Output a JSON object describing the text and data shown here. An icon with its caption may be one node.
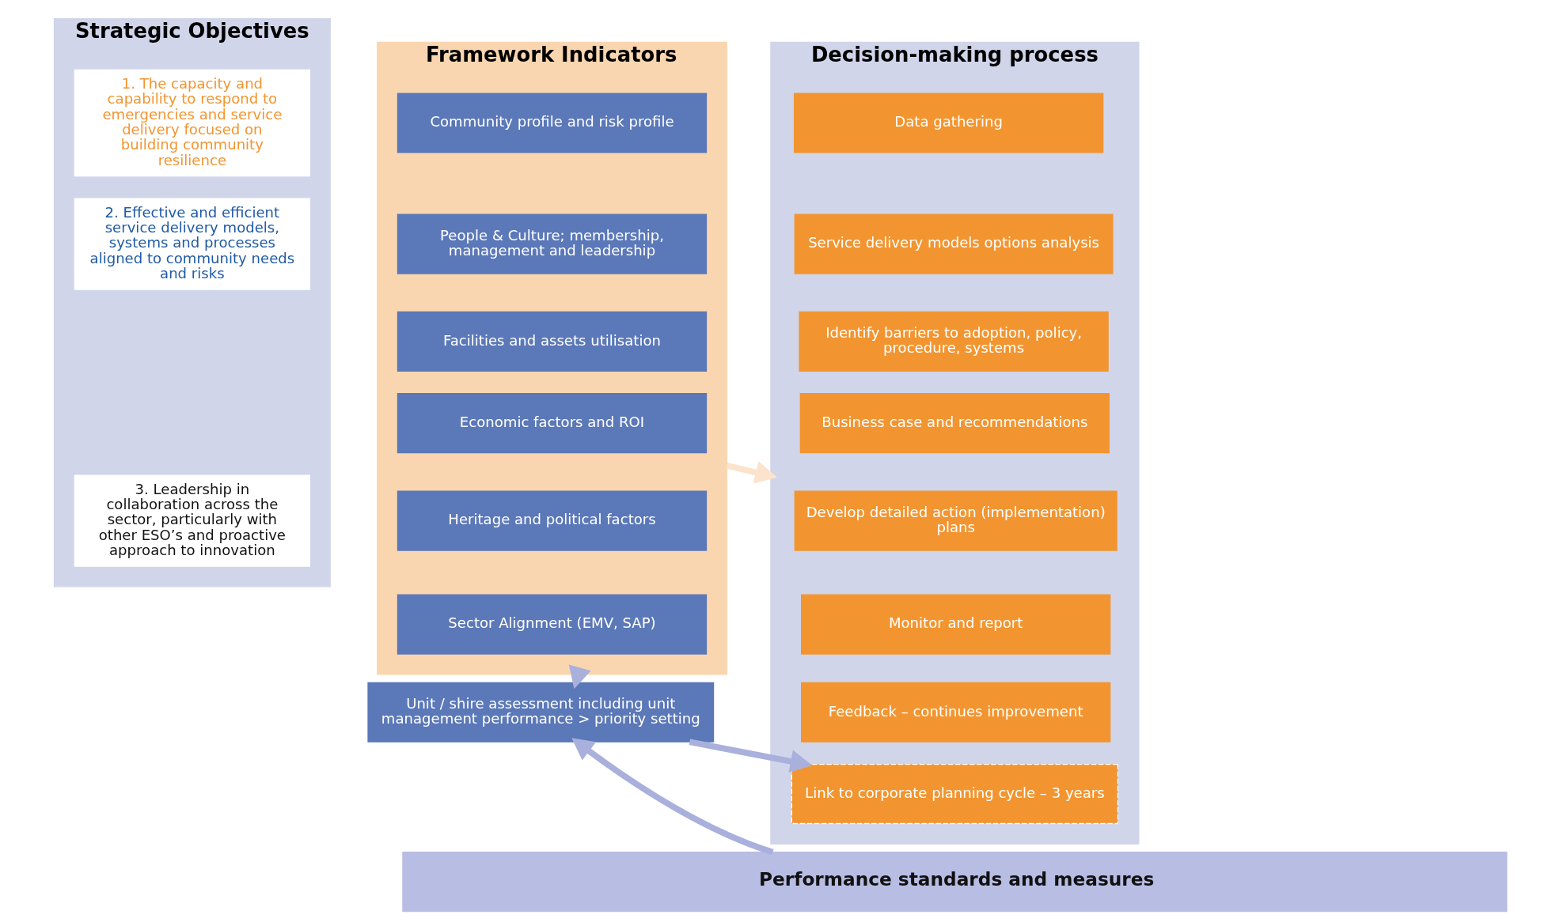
{
  "diagram": {
    "nodes": [
      {
        "text": [
          "Strategic Objectives"
        ]
      },
      {
        "text": [
          "1. The capacity and capability to respond to emergencies and service delivery focused on building community resilience"
        ],
        "in": 0
      },
      {
        "text": [
          "2. Effective and efficient service delivery models, systems and processes aligned to community needs and risks"
        ],
        "in": 0
      },
      {
        "text": [
          "3. Leadership in collaboration across the sector, particularly with other ESO’s and proactive approach to innovation"
        ],
        "in": 0
      },
      {
        "text": [
          "Framework Indicators"
        ]
      },
      {
        "text": [
          "Community profile and risk profile"
        ],
        "in": 4
      },
      {
        "text": [
          "People & Culture; membership, management and leadership"
        ],
        "in": 4
      },
      {
        "text": [
          "Facilities and assets utilisation"
        ],
        "in": 4
      },
      {
        "text": [
          "Economic factors and ROI"
        ],
        "in": 4
      },
      {
        "text": [
          "Heritage and political factors"
        ],
        "in": 4
      },
      {
        "text": [
          "Sector Alignment (EMV, SAP)"
        ],
        "in": 4
      },
      {
        "text": [
          "Unit / shire assessment including unit management performance > priority setting"
        ]
      },
      {
        "text": [
          "Decision-making process"
        ]
      },
      {
        "text": [
          "Data gathering"
        ],
        "in": 12
      },
      {
        "text": [
          "Service delivery models options analysis"
        ],
        "in": 12
      },
      {
        "text": [
          "Identify barriers to adoption, policy, procedure, systems"
        ],
        "in": 12
      },
      {
        "text": [
          "Business case and recommendations"
        ],
        "in": 12
      },
      {
        "text": [
          "Develop detailed action (implementation) plans"
        ],
        "in": 12
      },
      {
        "text": [
          "Monitor and report"
        ],
        "in": 12
      },
      {
        "text": [
          "Feedback – continues improvement"
        ],
        "in": 12
      },
      {
        "text": [
          "Link to corporate planning cycle – 3 years"
        ],
        "in": 12
      },
      {
        "text": [
          "Performance standards and measures"
        ]
      }
    ],
    "edges": [
      {
        "from": 4,
        "to": 12,
        "arrow": "to",
        "color": "#fbe3cc"
      },
      {
        "from": 4,
        "to": 11,
        "arrow": "to"
      },
      {
        "from": 11,
        "to": 20,
        "arrow": "to"
      },
      {
        "from": 21,
        "to": 11,
        "arrow": "to"
      }
    ]
  }
}
